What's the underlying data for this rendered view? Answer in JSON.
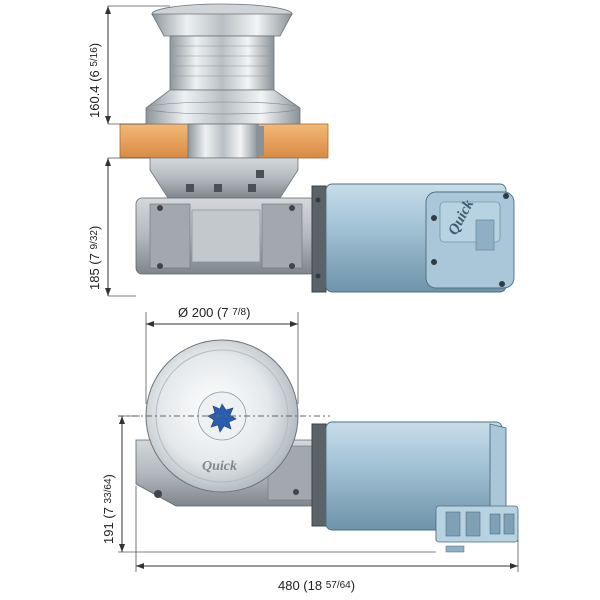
{
  "dimensions": {
    "height_top": {
      "main": "160.4 (6 ",
      "frac": "5/16",
      "close": ")"
    },
    "height_base": {
      "main": "185 (7 ",
      "frac": "9/32",
      "close": ")"
    },
    "diameter": {
      "main": "Ø 200 (7 ",
      "frac": "7/8",
      "close": ")"
    },
    "height_side": {
      "main": "191 (7 ",
      "frac": "33/64",
      "close": ")"
    },
    "length": {
      "main": "480 (18 ",
      "frac": "57/64",
      "close": ")"
    }
  },
  "brand": {
    "logo_text": "Quick"
  },
  "colors": {
    "motor": "#9fc1d6",
    "motor_dark": "#6f95ac",
    "gearbox": "#b9bec3",
    "gearbox_dark": "#8a9095",
    "deck": "#e9a25e",
    "chrome": "#d9dde0"
  }
}
